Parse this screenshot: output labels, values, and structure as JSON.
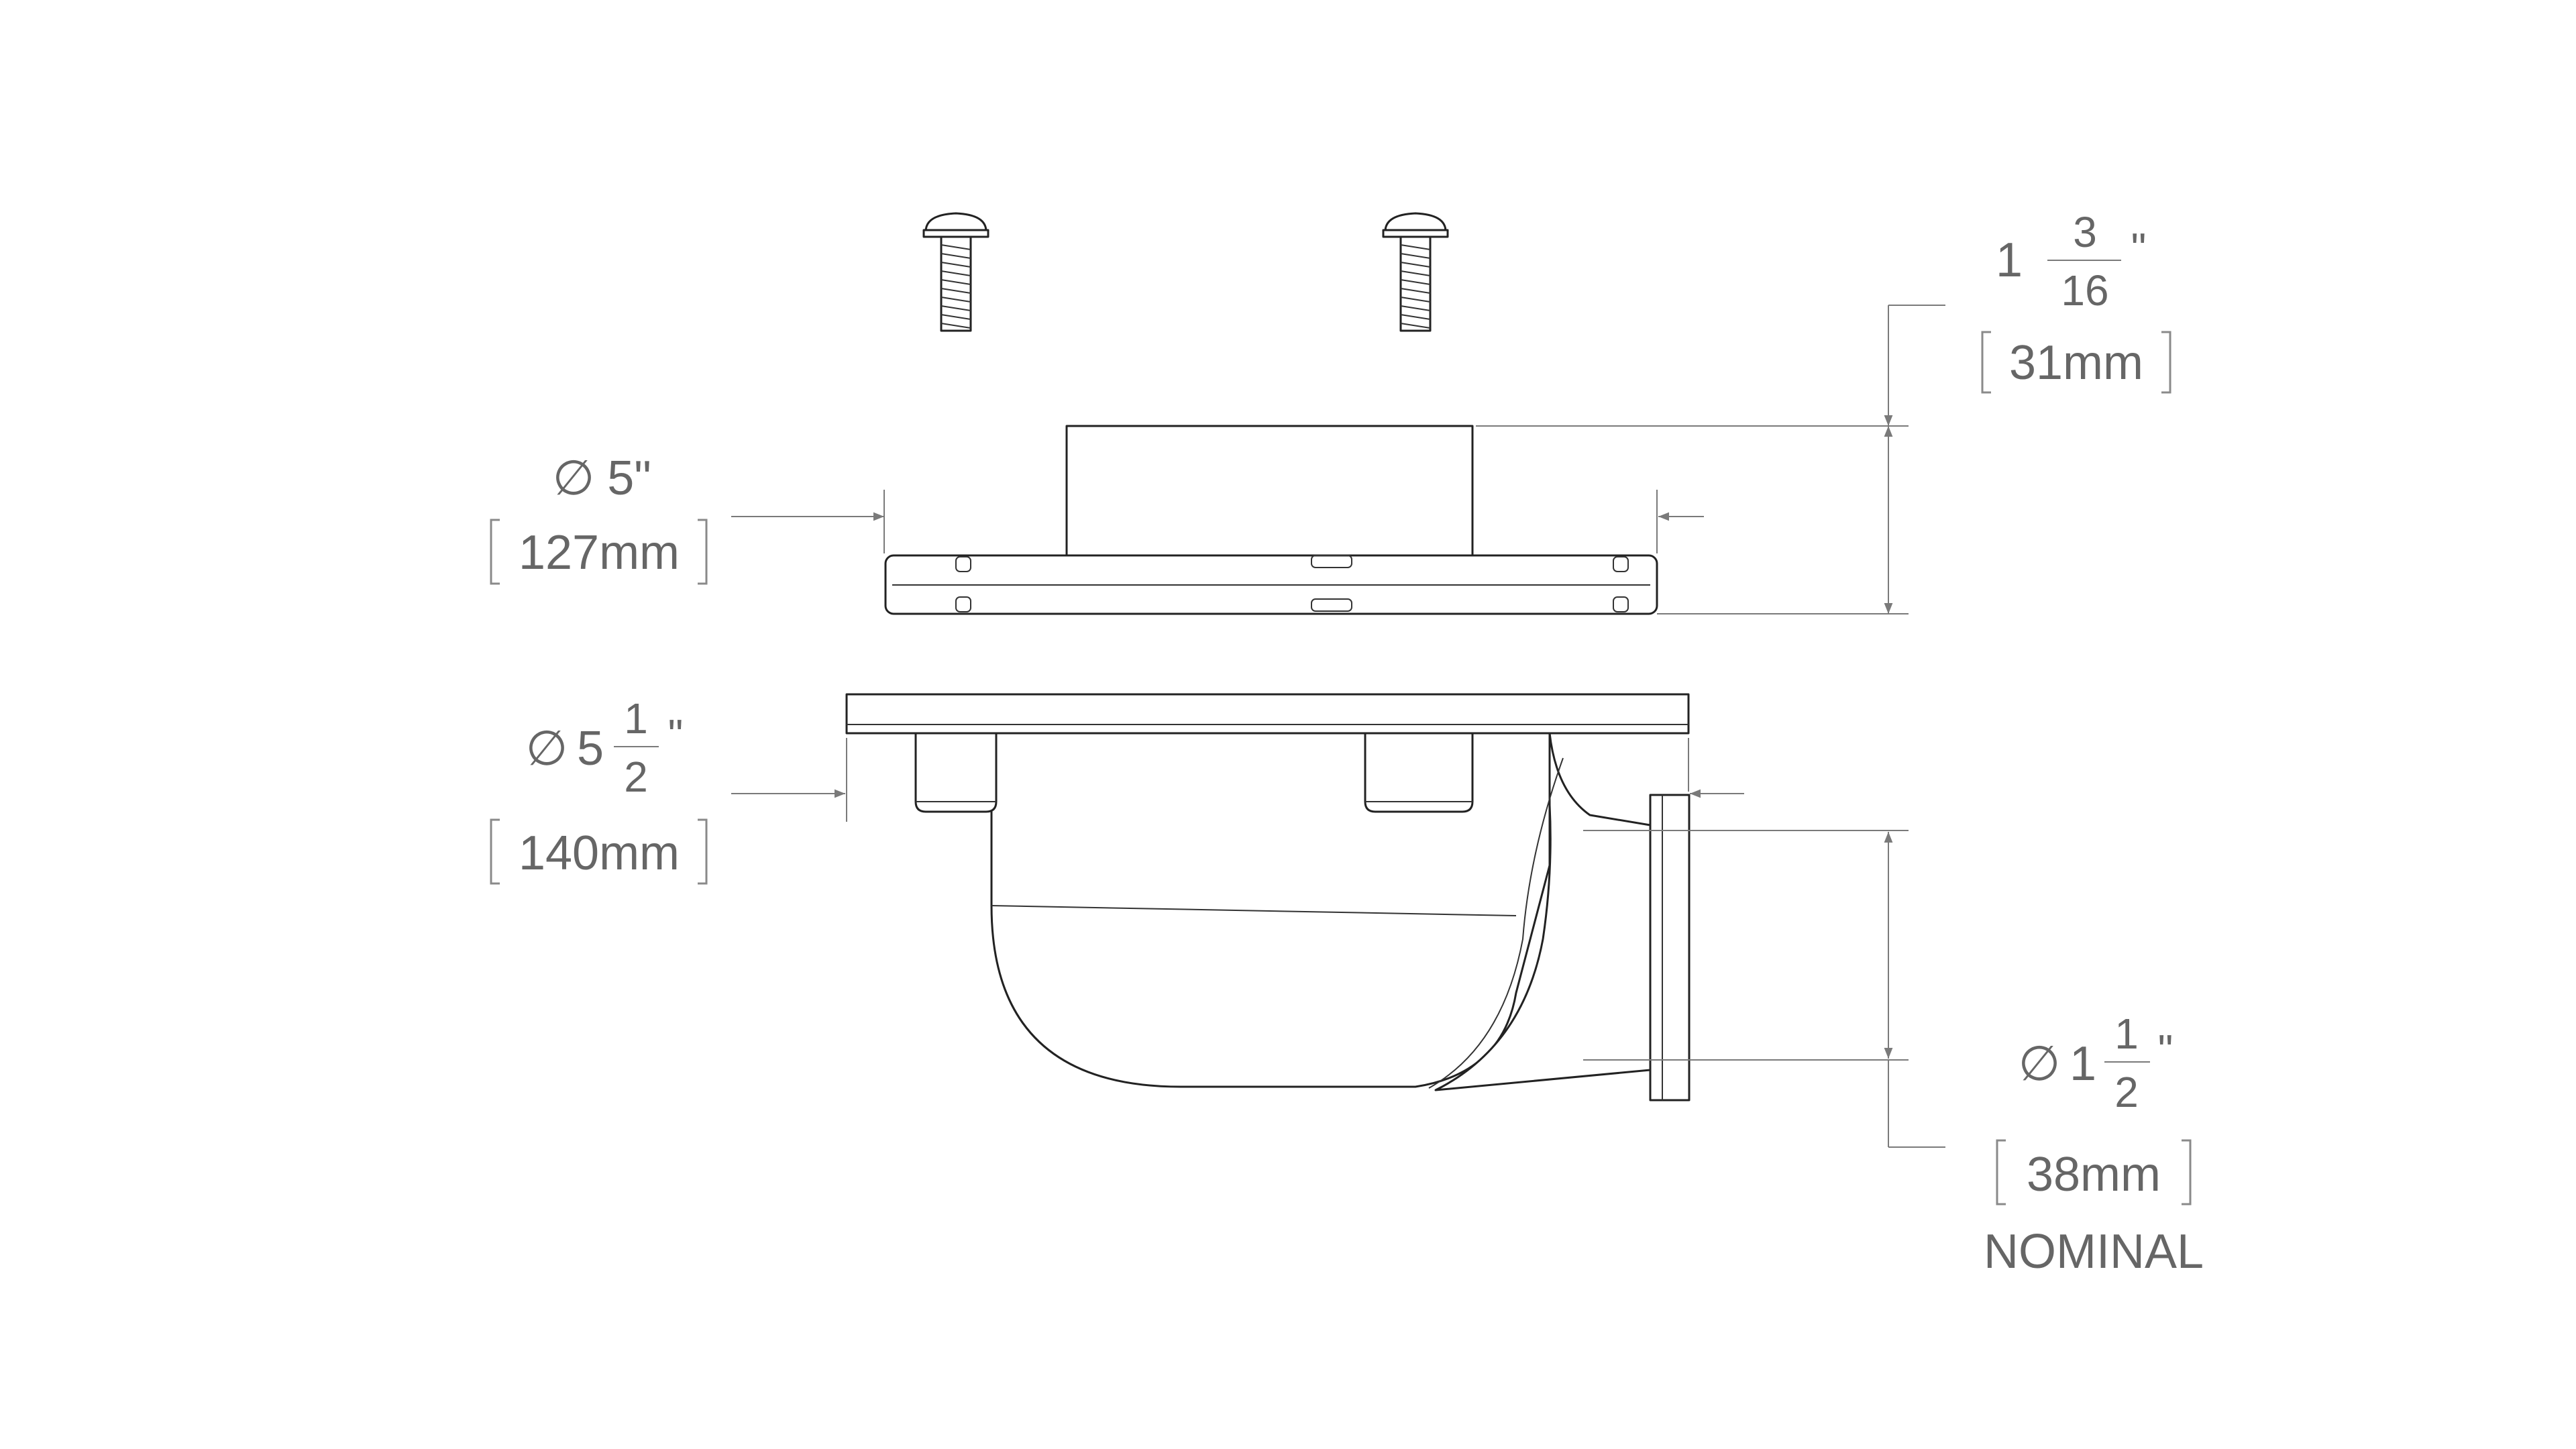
{
  "dimensions": {
    "height": {
      "whole": "1",
      "numerator": "3",
      "denominator": "16",
      "unit": "\"",
      "metric": "31mm"
    },
    "strainer_diameter": {
      "symbol": "∅",
      "value": "5\"",
      "metric": "127mm"
    },
    "body_diameter": {
      "symbol": "∅",
      "whole": "5",
      "numerator": "1",
      "denominator": "2",
      "unit": "\"",
      "metric": "140mm"
    },
    "outlet_diameter": {
      "symbol": "∅",
      "whole": "1",
      "numerator": "1",
      "denominator": "2",
      "unit": "\"",
      "metric": "38mm",
      "note": "NOMINAL"
    }
  }
}
